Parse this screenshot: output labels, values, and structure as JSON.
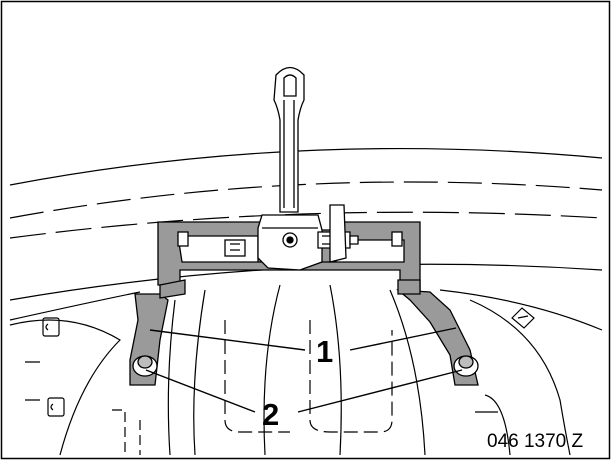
{
  "figure": {
    "reference_code": "046 1370 Z",
    "callouts": [
      {
        "number": "1"
      },
      {
        "number": "2"
      }
    ],
    "colors": {
      "bracket_fill": "#9a9a9a",
      "line": "#000000",
      "background": "#ffffff"
    }
  }
}
